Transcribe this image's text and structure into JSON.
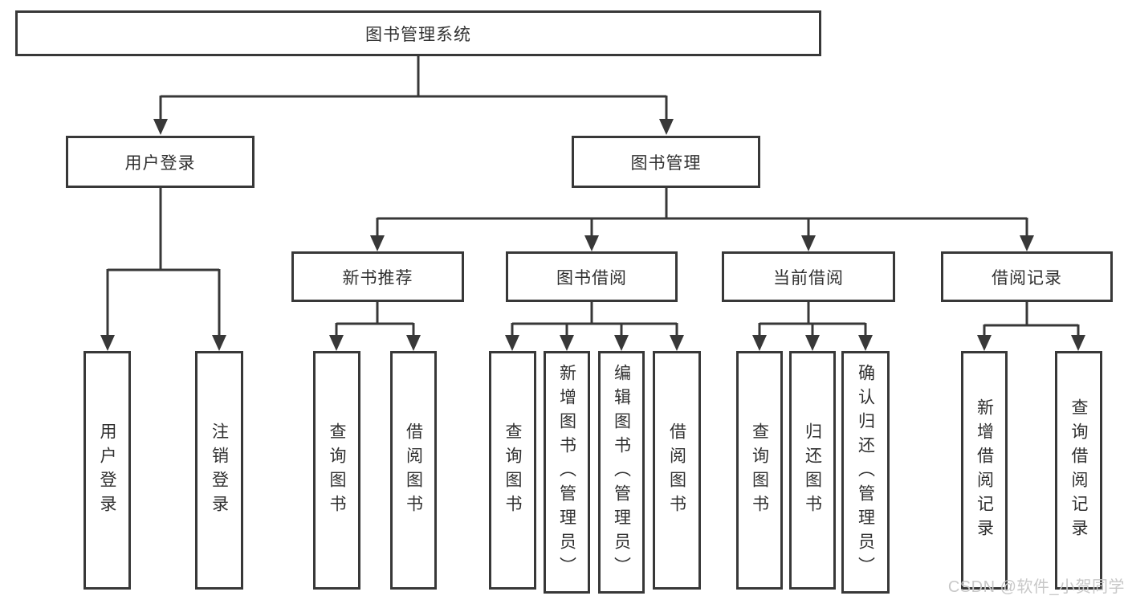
{
  "colors": {
    "line": "#383838",
    "text": "#303030",
    "background": "#ffffff",
    "watermark": "#c8c8c8"
  },
  "watermark": {
    "text": "CSDN @软件_小贺同学"
  },
  "tree": {
    "label": "图书管理系统",
    "children": [
      {
        "label": "用户登录",
        "children": [
          {
            "label": "用户登录"
          },
          {
            "label": "注销登录"
          }
        ]
      },
      {
        "label": "图书管理",
        "children": [
          {
            "label": "新书推荐",
            "children": [
              {
                "label": "查询图书"
              },
              {
                "label": "借阅图书"
              }
            ]
          },
          {
            "label": "图书借阅",
            "children": [
              {
                "label": "查询图书"
              },
              {
                "label": "新增图书（管理员）"
              },
              {
                "label": "编辑图书（管理员）"
              },
              {
                "label": "借阅图书"
              }
            ]
          },
          {
            "label": "当前借阅",
            "children": [
              {
                "label": "查询图书"
              },
              {
                "label": "归还图书"
              },
              {
                "label": "确认归还（管理员）"
              }
            ]
          },
          {
            "label": "借阅记录",
            "children": [
              {
                "label": "新增借阅记录"
              },
              {
                "label": "查询借阅记录"
              }
            ]
          }
        ]
      }
    ]
  }
}
